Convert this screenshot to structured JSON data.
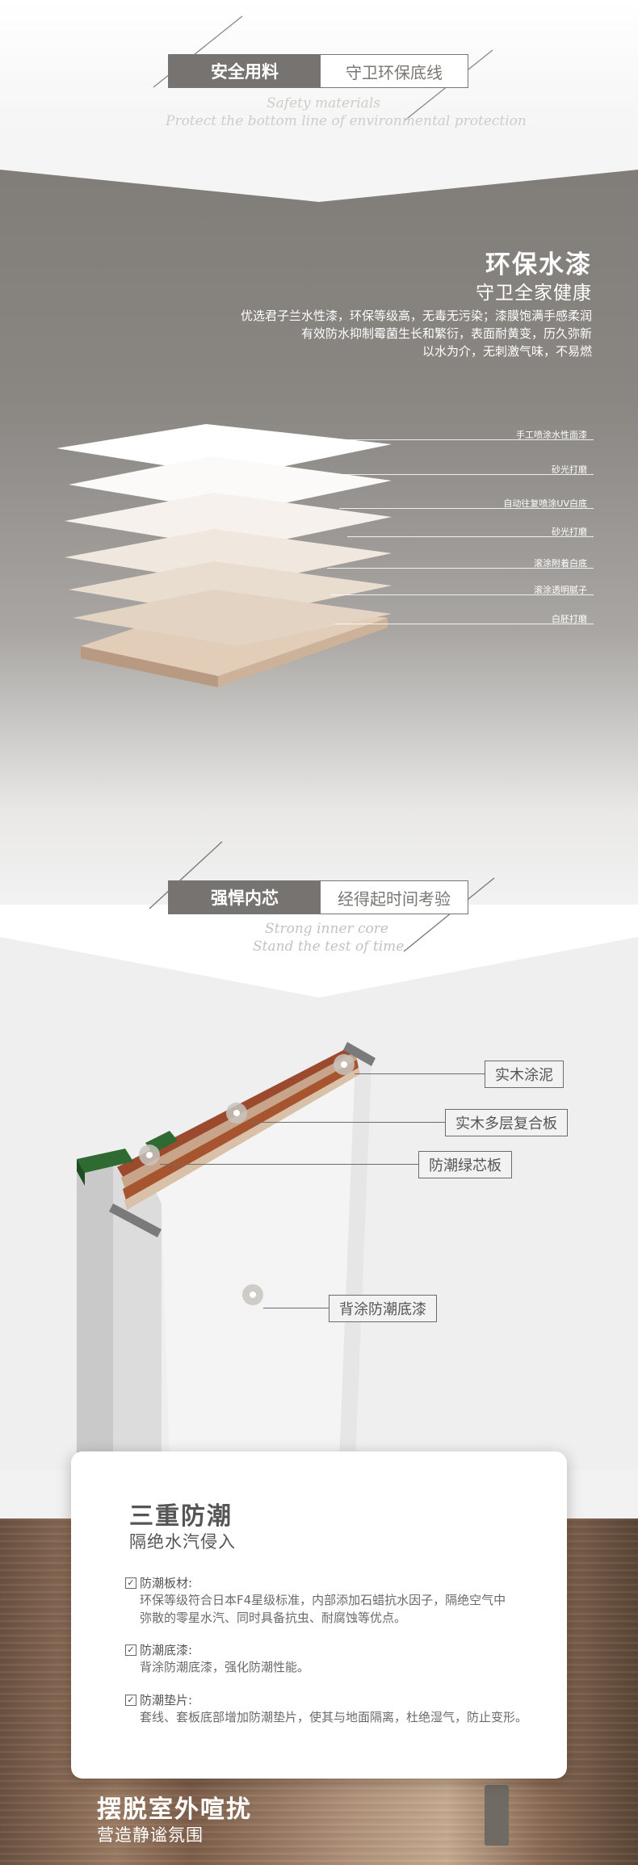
{
  "section1": {
    "tag_primary": "安全用料",
    "tag_secondary": "守卫环保底线",
    "script_line1": "Safety materials",
    "script_line2": "Protect the bottom line of environmental protection"
  },
  "paint": {
    "title": "环保水漆",
    "subtitle": "守卫全家健康",
    "description": [
      "优选君子兰水性漆，环保等级高，无毒无污染；漆膜饱满手感柔润",
      "有效防水抑制霉菌生长和繁衍，表面耐黄变，历久弥新",
      "以水为介，无刺激气味，不易燃"
    ],
    "layers": [
      "手工喷涂水性面漆",
      "砂光打磨",
      "自动往复喷涂UV白底",
      "砂光打磨",
      "滚涂附着白底",
      "滚涂透明腻子",
      "白胚打磨"
    ]
  },
  "section2": {
    "tag_primary": "强悍内芯",
    "tag_secondary": "经得起时间考验",
    "script_line1": "Strong inner core",
    "script_line2": "Stand the test of time"
  },
  "door": {
    "labels": [
      "实木涂泥",
      "实木多层复合板",
      "防潮绿芯板",
      "背涂防潮底漆"
    ]
  },
  "card": {
    "title": "三重防潮",
    "subtitle": "隔绝水汽侵入",
    "items": [
      {
        "head": "防潮板材:",
        "body": [
          "环保等级符合日本F4星级标准，内部添加石蜡抗水因子，隔绝空气中",
          "弥散的零星水汽、同时具备抗虫、耐腐蚀等优点。"
        ]
      },
      {
        "head": "防潮底漆:",
        "body": [
          "背涂防潮底漆，强化防潮性能。"
        ]
      },
      {
        "head": "防潮垫片:",
        "body": [
          "套线、套板底部增加防潮垫片，使其与地面隔离，杜绝湿气，防止变形。"
        ]
      }
    ]
  },
  "bottom": {
    "title": "摆脱室外喧扰",
    "subtitle": "营造静谧氛围"
  },
  "colors": {
    "tag_dark": "#777370",
    "gray_bg": "#7f7b77",
    "light_bg": "#efefef",
    "label_border": "#6d6a67"
  }
}
